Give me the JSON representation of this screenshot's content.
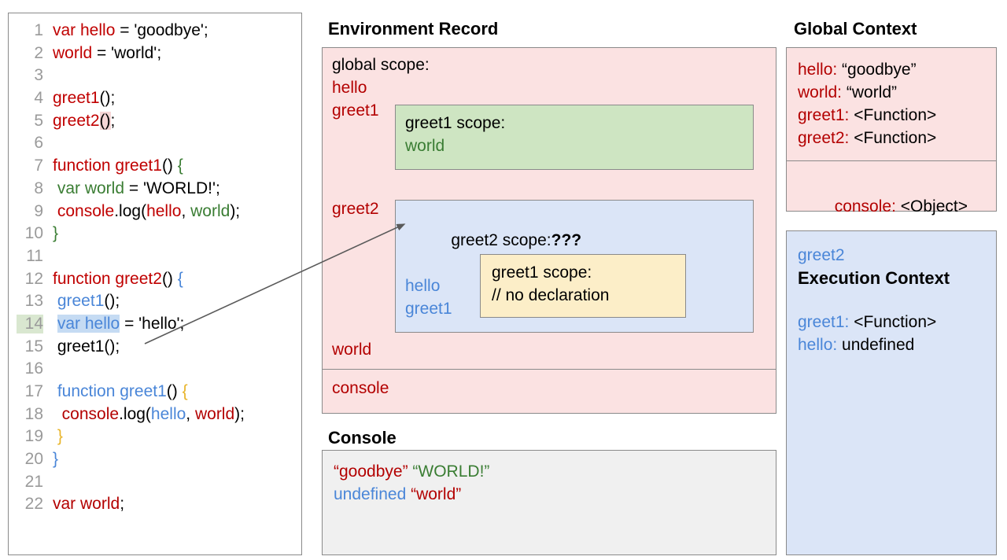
{
  "code_panel": {
    "lines": [
      {
        "n": "1",
        "ln_hl": false,
        "tokens": [
          {
            "t": "var hello",
            "c": "c-red"
          },
          {
            "t": " = 'goodbye';",
            "c": "c-black"
          }
        ]
      },
      {
        "n": "2",
        "ln_hl": false,
        "tokens": [
          {
            "t": "world",
            "c": "c-red"
          },
          {
            "t": " = 'world';",
            "c": "c-black"
          }
        ]
      },
      {
        "n": "3",
        "ln_hl": false,
        "tokens": []
      },
      {
        "n": "4",
        "ln_hl": false,
        "tokens": [
          {
            "t": "greet1",
            "c": "c-red"
          },
          {
            "t": "();",
            "c": "c-black"
          }
        ]
      },
      {
        "n": "5",
        "ln_hl": false,
        "tokens": [
          {
            "t": "greet2",
            "c": "c-red"
          },
          {
            "t": "()",
            "c": "c-black",
            "hl": "hl-pink"
          },
          {
            "t": ";",
            "c": "c-black"
          }
        ]
      },
      {
        "n": "6",
        "ln_hl": false,
        "tokens": []
      },
      {
        "n": "7",
        "ln_hl": false,
        "tokens": [
          {
            "t": "function greet1",
            "c": "c-red"
          },
          {
            "t": "() ",
            "c": "c-black"
          },
          {
            "t": "{",
            "c": "c-green"
          }
        ]
      },
      {
        "n": "8",
        "ln_hl": false,
        "tokens": [
          {
            "t": " var world",
            "c": "c-green"
          },
          {
            "t": " = 'WORLD!';",
            "c": "c-black"
          }
        ]
      },
      {
        "n": "9",
        "ln_hl": false,
        "tokens": [
          {
            "t": " console",
            "c": "c-red"
          },
          {
            "t": ".log(",
            "c": "c-black"
          },
          {
            "t": "hello",
            "c": "c-red"
          },
          {
            "t": ", ",
            "c": "c-black"
          },
          {
            "t": "world",
            "c": "c-green"
          },
          {
            "t": ");",
            "c": "c-black"
          }
        ]
      },
      {
        "n": "10",
        "ln_hl": false,
        "tokens": [
          {
            "t": "}",
            "c": "c-green"
          }
        ]
      },
      {
        "n": "11",
        "ln_hl": false,
        "tokens": []
      },
      {
        "n": "12",
        "ln_hl": false,
        "tokens": [
          {
            "t": "function greet2",
            "c": "c-red"
          },
          {
            "t": "() ",
            "c": "c-black"
          },
          {
            "t": "{",
            "c": "c-blue"
          }
        ]
      },
      {
        "n": "13",
        "ln_hl": false,
        "tokens": [
          {
            "t": " greet1",
            "c": "c-blue"
          },
          {
            "t": "();",
            "c": "c-black"
          }
        ]
      },
      {
        "n": "14",
        "ln_hl": true,
        "tokens": [
          {
            "t": " ",
            "c": "c-black"
          },
          {
            "t": "var hello",
            "c": "c-blue",
            "hl": "hl-blue"
          },
          {
            "t": " = 'hello';",
            "c": "c-black"
          }
        ]
      },
      {
        "n": "15",
        "ln_hl": false,
        "tokens": [
          {
            "t": " greet1();",
            "c": "c-black"
          }
        ]
      },
      {
        "n": "16",
        "ln_hl": false,
        "tokens": []
      },
      {
        "n": "17",
        "ln_hl": false,
        "tokens": [
          {
            "t": " function greet1",
            "c": "c-blue"
          },
          {
            "t": "() ",
            "c": "c-black"
          },
          {
            "t": "{",
            "c": "c-gold"
          }
        ]
      },
      {
        "n": "18",
        "ln_hl": false,
        "tokens": [
          {
            "t": "  console",
            "c": "c-red2"
          },
          {
            "t": ".log(",
            "c": "c-black"
          },
          {
            "t": "hello",
            "c": "c-blue"
          },
          {
            "t": ", ",
            "c": "c-black"
          },
          {
            "t": "world",
            "c": "c-red2"
          },
          {
            "t": ");",
            "c": "c-black"
          }
        ]
      },
      {
        "n": "19",
        "ln_hl": false,
        "tokens": [
          {
            "t": " }",
            "c": "c-gold"
          }
        ]
      },
      {
        "n": "20",
        "ln_hl": false,
        "tokens": [
          {
            "t": "}",
            "c": "c-blue"
          }
        ]
      },
      {
        "n": "21",
        "ln_hl": false,
        "tokens": []
      },
      {
        "n": "22",
        "ln_hl": false,
        "tokens": [
          {
            "t": "var world",
            "c": "c-red2"
          },
          {
            "t": ";",
            "c": "c-black"
          }
        ]
      }
    ]
  },
  "environment_record": {
    "heading": "Environment Record",
    "global_scope_label": "global scope:",
    "labels": {
      "hello": "hello",
      "greet1": "greet1",
      "greet2": "greet2",
      "world": "world",
      "console": "console"
    },
    "greet1_box": {
      "title": "greet1 scope:",
      "entry": "world"
    },
    "greet2_box": {
      "title": "greet2 scope:",
      "title_suffix": "???",
      "entries": [
        "hello",
        "greet1"
      ],
      "inner_box": {
        "title": "greet1 scope:",
        "comment": "// no declaration"
      }
    }
  },
  "console": {
    "heading": "Console",
    "lines": [
      [
        {
          "t": "“goodbye” ",
          "c": "c-red2"
        },
        {
          "t": "“WORLD!”",
          "c": "c-green"
        }
      ],
      [
        {
          "t": "undefined ",
          "c": "c-blue"
        },
        {
          "t": "“world”",
          "c": "c-red2"
        }
      ]
    ]
  },
  "global_context": {
    "heading": "Global Context",
    "bindings": [
      {
        "key": "hello: ",
        "value": "“goodbye”"
      },
      {
        "key": "world: ",
        "value": "“world”"
      },
      {
        "key": "greet1: ",
        "value": "<Function>"
      },
      {
        "key": "greet2: ",
        "value": "<Function>"
      }
    ],
    "object_binding": {
      "key": "console: ",
      "value": "<Object>"
    }
  },
  "execution_context": {
    "scope_name": "greet2",
    "title": "Execution Context",
    "bindings": [
      {
        "key": "greet1: ",
        "value": "<Function>"
      },
      {
        "key": "hello: ",
        "value": "undefined"
      }
    ]
  },
  "colors": {
    "pink_panel": "#fbe2e2",
    "green_box": "#cee5c2",
    "blue_box": "#dbe5f7",
    "yellow_box": "#fceec8",
    "console_bg": "#f0f0f0",
    "border": "#8a8a8a",
    "red_text": "#b30000",
    "blue_text": "#4a86d8",
    "green_text": "#3a7d33",
    "gold_text": "#e8b429",
    "line_number": "#9a9a9a",
    "hl_green": "#d9e7d0",
    "hl_blue": "#c5dbf3",
    "hl_pink": "#f6d6d6"
  }
}
